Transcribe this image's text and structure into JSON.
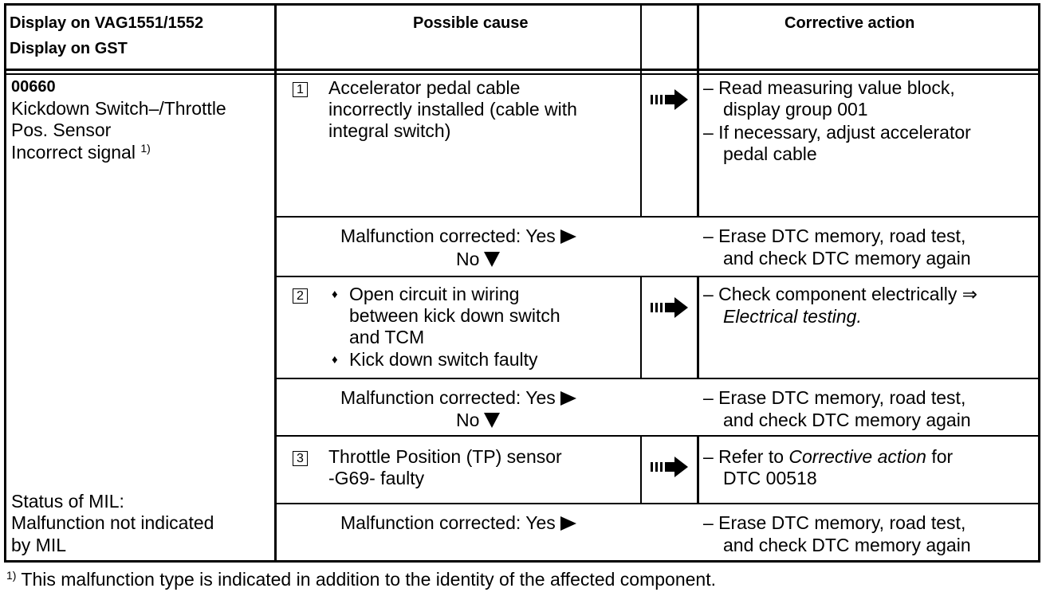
{
  "header": {
    "col1_line1": "Display on VAG1551/1552",
    "col1_line2": "Display on GST",
    "col2": "Possible cause",
    "col4": "Corrective action"
  },
  "dtc": {
    "code": "00660",
    "line1": "Kickdown Switch–/Throttle",
    "line2": "Pos. Sensor",
    "line3": "Incorrect signal",
    "footnote_ref": "1)",
    "mil_line1": "Status of MIL:",
    "mil_line2": "Malfunction not indicated",
    "mil_line3": "by MIL"
  },
  "steps": [
    {
      "number": "1",
      "cause": [
        "Accelerator pedal cable",
        "incorrectly installed (cable with",
        "integral switch)"
      ],
      "action": [
        "– Read measuring value block,",
        "display group 001",
        "– If necessary, adjust accelerator",
        "pedal cable"
      ]
    },
    {
      "number": "2",
      "bullet1": [
        "Open circuit in wiring",
        "between kick down switch",
        "and TCM"
      ],
      "bullet2": "Kick down switch faulty",
      "action1": "– Check component electrically ⇒",
      "action2": "Electrical testing."
    },
    {
      "number": "3",
      "cause": [
        "Throttle Position (TP) sensor",
        "-G69- faulty"
      ],
      "action_pre": "– Refer to ",
      "action_italic": "Corrective action",
      "action_post": " for",
      "action_line2": "DTC 00518"
    }
  ],
  "corrected": {
    "label": "Malfunction corrected:  Yes",
    "no": "No",
    "action1": "– Erase DTC memory, road test,",
    "action2": "and check DTC memory again"
  },
  "footnote": {
    "mark": "1)",
    "text": " This malfunction type is indicated in addition to the identity of the affected component."
  }
}
